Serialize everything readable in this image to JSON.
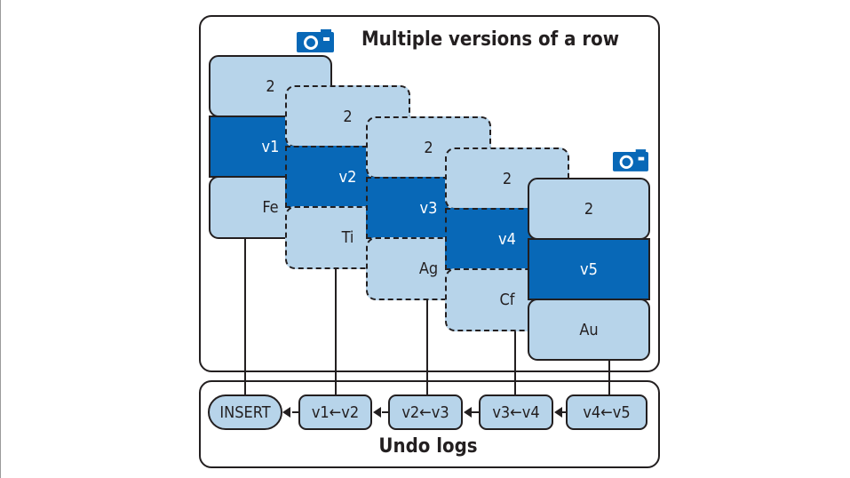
{
  "diagram": {
    "title": "Multiple versions of a row",
    "undo_title": "Undo logs",
    "versions": [
      {
        "id": "2",
        "version": "v1",
        "value": "Fe",
        "style": "solid"
      },
      {
        "id": "2",
        "version": "v2",
        "value": "Ti",
        "style": "dashed"
      },
      {
        "id": "2",
        "version": "v3",
        "value": "Ag",
        "style": "dashed"
      },
      {
        "id": "2",
        "version": "v4",
        "value": "Cf",
        "style": "dashed"
      },
      {
        "id": "2",
        "version": "v5",
        "value": "Au",
        "style": "solid"
      }
    ],
    "undo_logs": [
      "INSERT",
      "v1←v2",
      "v2←v3",
      "v3←v4",
      "v4←v5"
    ],
    "icons": [
      "camera-icon",
      "camera-icon"
    ],
    "colors": {
      "light": "#b7d4ea",
      "dark": "#0868b7",
      "outline": "#231f20"
    }
  }
}
